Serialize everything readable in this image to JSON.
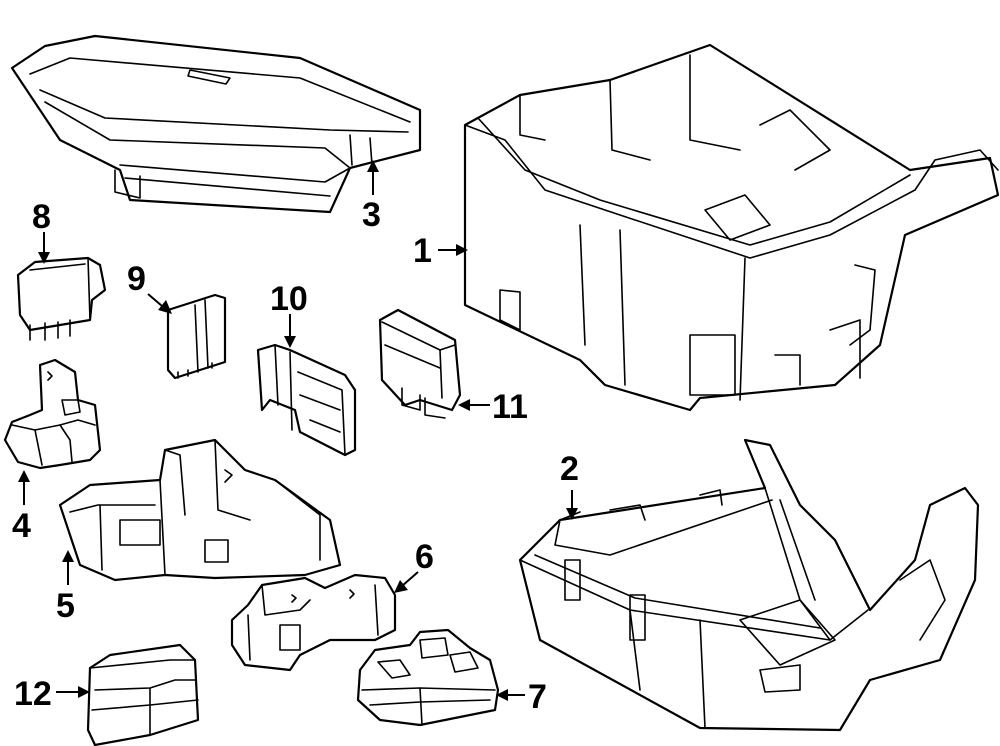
{
  "diagram": {
    "colors": {
      "line": "#000000",
      "fill": "#ffffff",
      "background": "#ffffff"
    },
    "callouts": [
      {
        "id": "c1",
        "label": "1"
      },
      {
        "id": "c2",
        "label": "2"
      },
      {
        "id": "c3",
        "label": "3"
      },
      {
        "id": "c4",
        "label": "4"
      },
      {
        "id": "c5",
        "label": "5"
      },
      {
        "id": "c6",
        "label": "6"
      },
      {
        "id": "c7",
        "label": "7"
      },
      {
        "id": "c8",
        "label": "8"
      },
      {
        "id": "c9",
        "label": "9"
      },
      {
        "id": "c10",
        "label": "10"
      },
      {
        "id": "c11",
        "label": "11"
      },
      {
        "id": "c12",
        "label": "12"
      }
    ]
  }
}
